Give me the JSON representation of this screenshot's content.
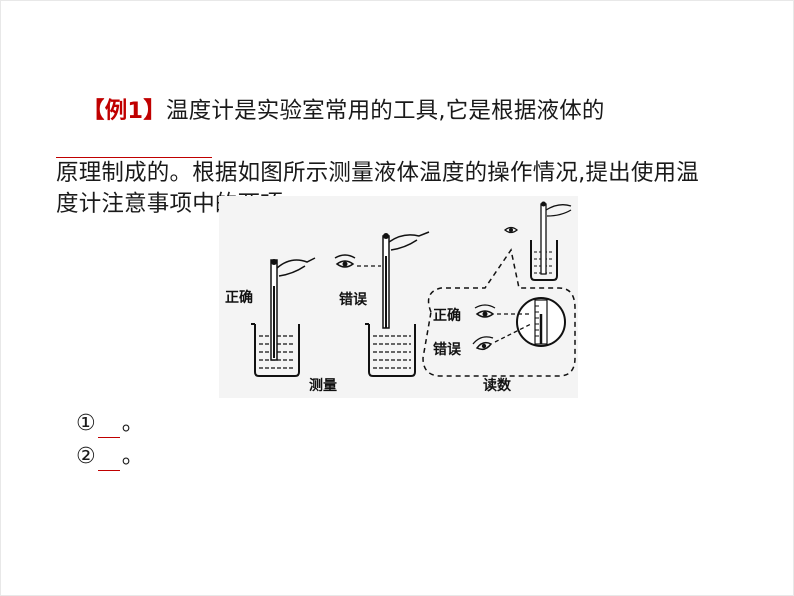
{
  "question": {
    "example_tag": "【例1】",
    "line1": "温度计是实验室常用的工具,它是根据液体的",
    "line2": "原理制成的。根据如图所示测量液体温度的操作情况,提出使用温",
    "line3": "度计注意事项中的两项:"
  },
  "figure": {
    "label_correct_measure": "正确",
    "label_wrong_measure": "错误",
    "label_measure": "测量",
    "label_read_correct": "正确",
    "label_read_wrong": "错误",
    "label_read": "读数"
  },
  "answers": [
    {
      "marker": "①",
      "end": "。"
    },
    {
      "marker": "②",
      "end": "。"
    }
  ],
  "colors": {
    "accent": "#c00000"
  }
}
